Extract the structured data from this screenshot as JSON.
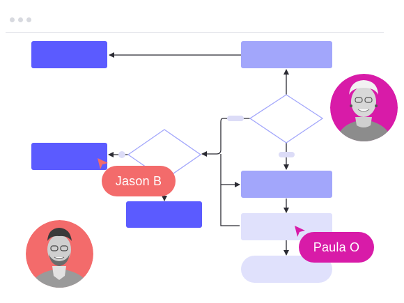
{
  "colors": {
    "primary": "#5b5bff",
    "secondary": "#a2a6fb",
    "tertiary": "#e0e1fc",
    "connector_label": "#dcdcf7",
    "user_jason": "#f36b6b",
    "user_paula": "#d81ba8"
  },
  "collaborators": [
    {
      "name": "Jason B",
      "color": "#f36b6b",
      "icon": "cursor-pointer-icon"
    },
    {
      "name": "Paula O",
      "color": "#d81ba8",
      "icon": "cursor-pointer-icon"
    }
  ],
  "diagram": {
    "type": "flowchart",
    "shapes": [
      "rectangle",
      "diamond",
      "pill"
    ],
    "node_count": 9,
    "decision_count": 2
  },
  "window": {
    "icon": "window-controls-icon"
  }
}
